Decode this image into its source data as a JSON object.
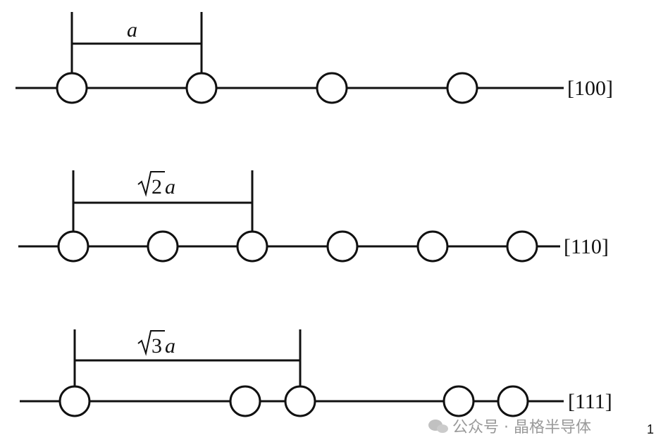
{
  "rows": [
    {
      "direction": "[100]",
      "spacing_label": "a",
      "radical": ""
    },
    {
      "direction": "[110]",
      "spacing_label": "a",
      "radical": "2"
    },
    {
      "direction": "[111]",
      "spacing_label": "a",
      "radical": "3"
    }
  ],
  "watermark": "公众号 · 晶格半导体",
  "page_number": "1"
}
